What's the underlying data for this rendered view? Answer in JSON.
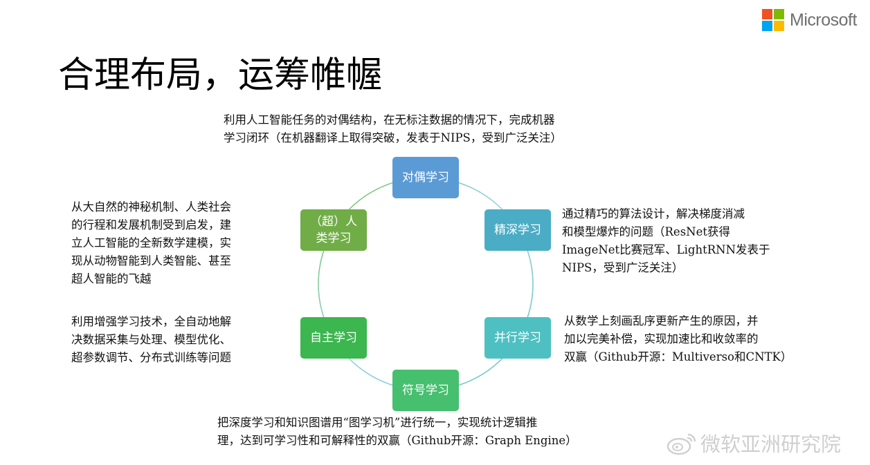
{
  "header": {
    "title": "合理布局，运筹帷幄",
    "logo_text": "Microsoft",
    "logo_colors": [
      "#f25022",
      "#7fba00",
      "#00a4ef",
      "#ffb900"
    ]
  },
  "nodes": [
    {
      "label_lines": [
        "对偶学习"
      ],
      "color": "#5b9bd5"
    },
    {
      "label_lines": [
        "精深学习"
      ],
      "color": "#4bacc6"
    },
    {
      "label_lines": [
        "并行学习"
      ],
      "color": "#4ec0c2"
    },
    {
      "label_lines": [
        "符号学习"
      ],
      "color": "#46bf6f"
    },
    {
      "label_lines": [
        "自主学习"
      ],
      "color": "#3cb64f"
    },
    {
      "label_lines": [
        "（超）人",
        "类学习"
      ],
      "color": "#70ad47"
    }
  ],
  "descriptions": {
    "dual": [
      "利用人工智能任务的对偶结构，在无标注数据的情况下，完成机器",
      "学习闭环（在机器翻译上取得突破，发表于NIPS，受到广泛关注）"
    ],
    "deep": [
      "通过精巧的算法设计，解决梯度消减",
      "和模型爆炸的问题（ResNet获得",
      "ImageNet比赛冠军、LightRNN发表于",
      "NIPS，受到广泛关注）"
    ],
    "parallel": [
      "从数学上刻画乱序更新产生的原因，并",
      "加以完美补偿，实现加速比和收敛率的",
      "双赢（Github开源：Multiverso和CNTK）"
    ],
    "symbolic": [
      "把深度学习和知识图谱用“图学习机”进行统一，实现统计逻辑推",
      "理，达到可学习性和可解释性的双赢（Github开源：Graph Engine）"
    ],
    "autonomous": [
      "利用增强学习技术，全自动地解",
      "决数据采集与处理、模型优化、",
      "超参数调节、分布式训练等问题"
    ],
    "human": [
      "从大自然的神秘机制、人类社会",
      "的行程和发展机制受到启发，建",
      "立人工智能的全新数学建模，实",
      "现从动物智能到人类智能、甚至",
      "超人智能的飞越"
    ]
  },
  "watermark": {
    "text": "微软亚洲研究院"
  }
}
